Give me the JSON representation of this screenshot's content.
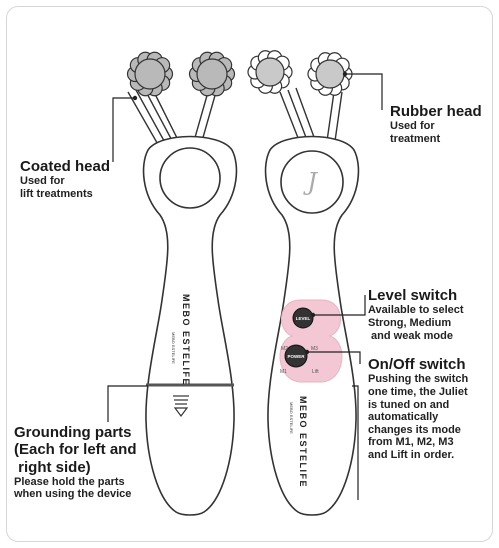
{
  "coated_head": {
    "title": "Coated head",
    "desc": [
      "Used for",
      "lift treatments"
    ]
  },
  "rubber_head": {
    "title": "Rubber head",
    "desc": [
      "Used for",
      "treatment"
    ]
  },
  "level_switch": {
    "title": "Level switch",
    "desc": [
      "Available to select",
      "Strong, Medium",
      " and weak mode"
    ]
  },
  "onoff_switch": {
    "title": "On/Off switch",
    "desc": [
      "Pushing the switch",
      "one time, the Juliet",
      "is tuned on and",
      "automatically",
      "changes its mode",
      "from M1, M2, M3",
      "and Lift in order."
    ]
  },
  "grounding": {
    "title": [
      "Grounding parts",
      "(Each for left and",
      " right side)"
    ],
    "desc": [
      "Please hold the parts",
      "when using the device"
    ]
  },
  "device": {
    "brand": "MEBO ESTELIFE",
    "brand_small": "MEBO ESTELIFE",
    "logo": "J",
    "level_button": "LEVEL",
    "power_button": "POWER",
    "mode_labels": [
      "M1",
      "M2",
      "M3",
      "Lift"
    ]
  },
  "colors": {
    "outline": "#333333",
    "coated_fill": "#b9b9b9",
    "rubber_fill": "#c9c9c9",
    "switch_pink": "#f3c7d3",
    "button_dark": "#333333"
  }
}
